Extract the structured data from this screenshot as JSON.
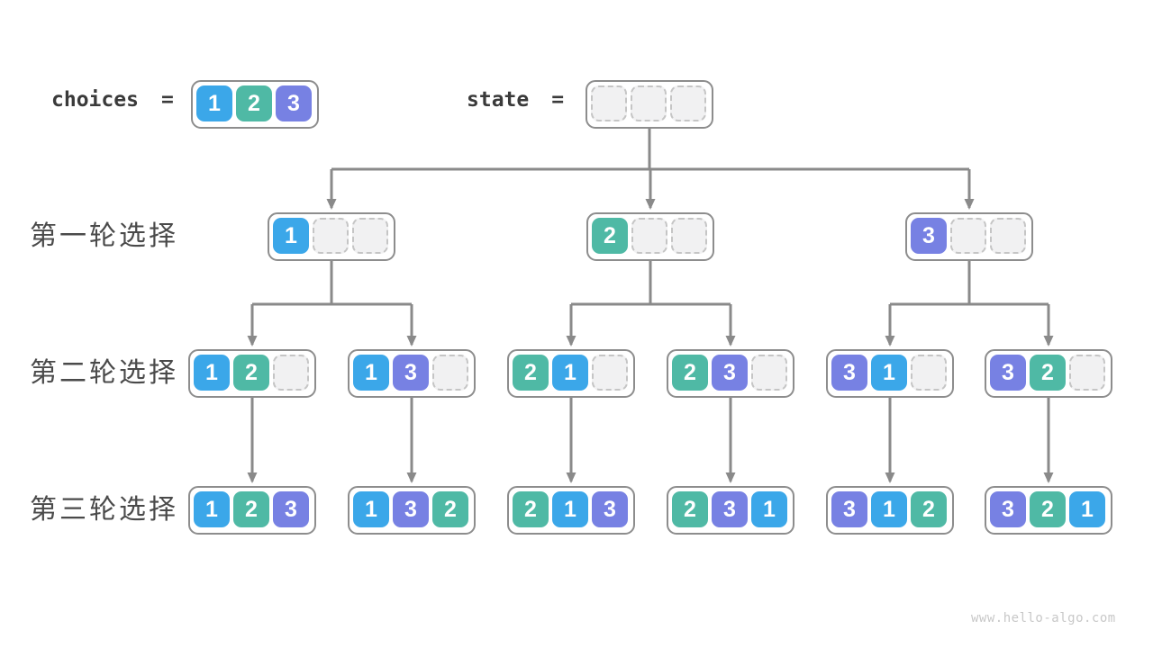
{
  "title": "permutation backtracking tree",
  "palette": {
    "1": "#3ba7e9",
    "2": "#4fb9a5",
    "3": "#7781e3",
    "empty_fill": "#f1f1f2",
    "empty_border": "#c5c5c5",
    "node_border": "#8d8d8d",
    "arrow": "#8a8a8a",
    "label_text": "#4a4a4a",
    "header_text": "#3a3a3a",
    "watermark_text": "#c8c8c8"
  },
  "header": {
    "choices_label": "choices",
    "equals": "=",
    "choices_values": [
      "1",
      "2",
      "3"
    ],
    "state_label": "state",
    "state_values": [
      "",
      "",
      ""
    ]
  },
  "rows": [
    {
      "label": "第一轮选择",
      "nodes": [
        [
          "1",
          "",
          ""
        ],
        [
          "2",
          "",
          ""
        ],
        [
          "3",
          "",
          ""
        ]
      ]
    },
    {
      "label": "第二轮选择",
      "nodes": [
        [
          "1",
          "2",
          ""
        ],
        [
          "1",
          "3",
          ""
        ],
        [
          "2",
          "1",
          ""
        ],
        [
          "2",
          "3",
          ""
        ],
        [
          "3",
          "1",
          ""
        ],
        [
          "3",
          "2",
          ""
        ]
      ]
    },
    {
      "label": "第三轮选择",
      "nodes": [
        [
          "1",
          "2",
          "3"
        ],
        [
          "1",
          "3",
          "2"
        ],
        [
          "2",
          "1",
          "3"
        ],
        [
          "2",
          "3",
          "1"
        ],
        [
          "3",
          "1",
          "2"
        ],
        [
          "3",
          "2",
          "1"
        ]
      ]
    }
  ],
  "watermark": "www.hello-algo.com"
}
